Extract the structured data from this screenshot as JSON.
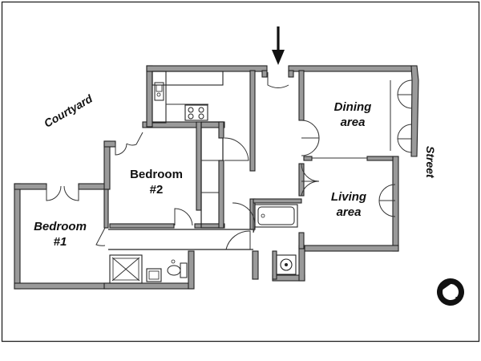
{
  "rooms": {
    "bedroom_1": {
      "line1": "Bedroom",
      "line2": "#1"
    },
    "bedroom_2": {
      "line1": "Bedroom",
      "line2": "#2"
    },
    "dining": {
      "line1": "Dining",
      "line2": "area"
    },
    "living": {
      "line1": "Living",
      "line2": "area"
    }
  },
  "outside": {
    "courtyard": "Courtyard",
    "street": "Street"
  },
  "compass": {
    "letter": "N"
  }
}
